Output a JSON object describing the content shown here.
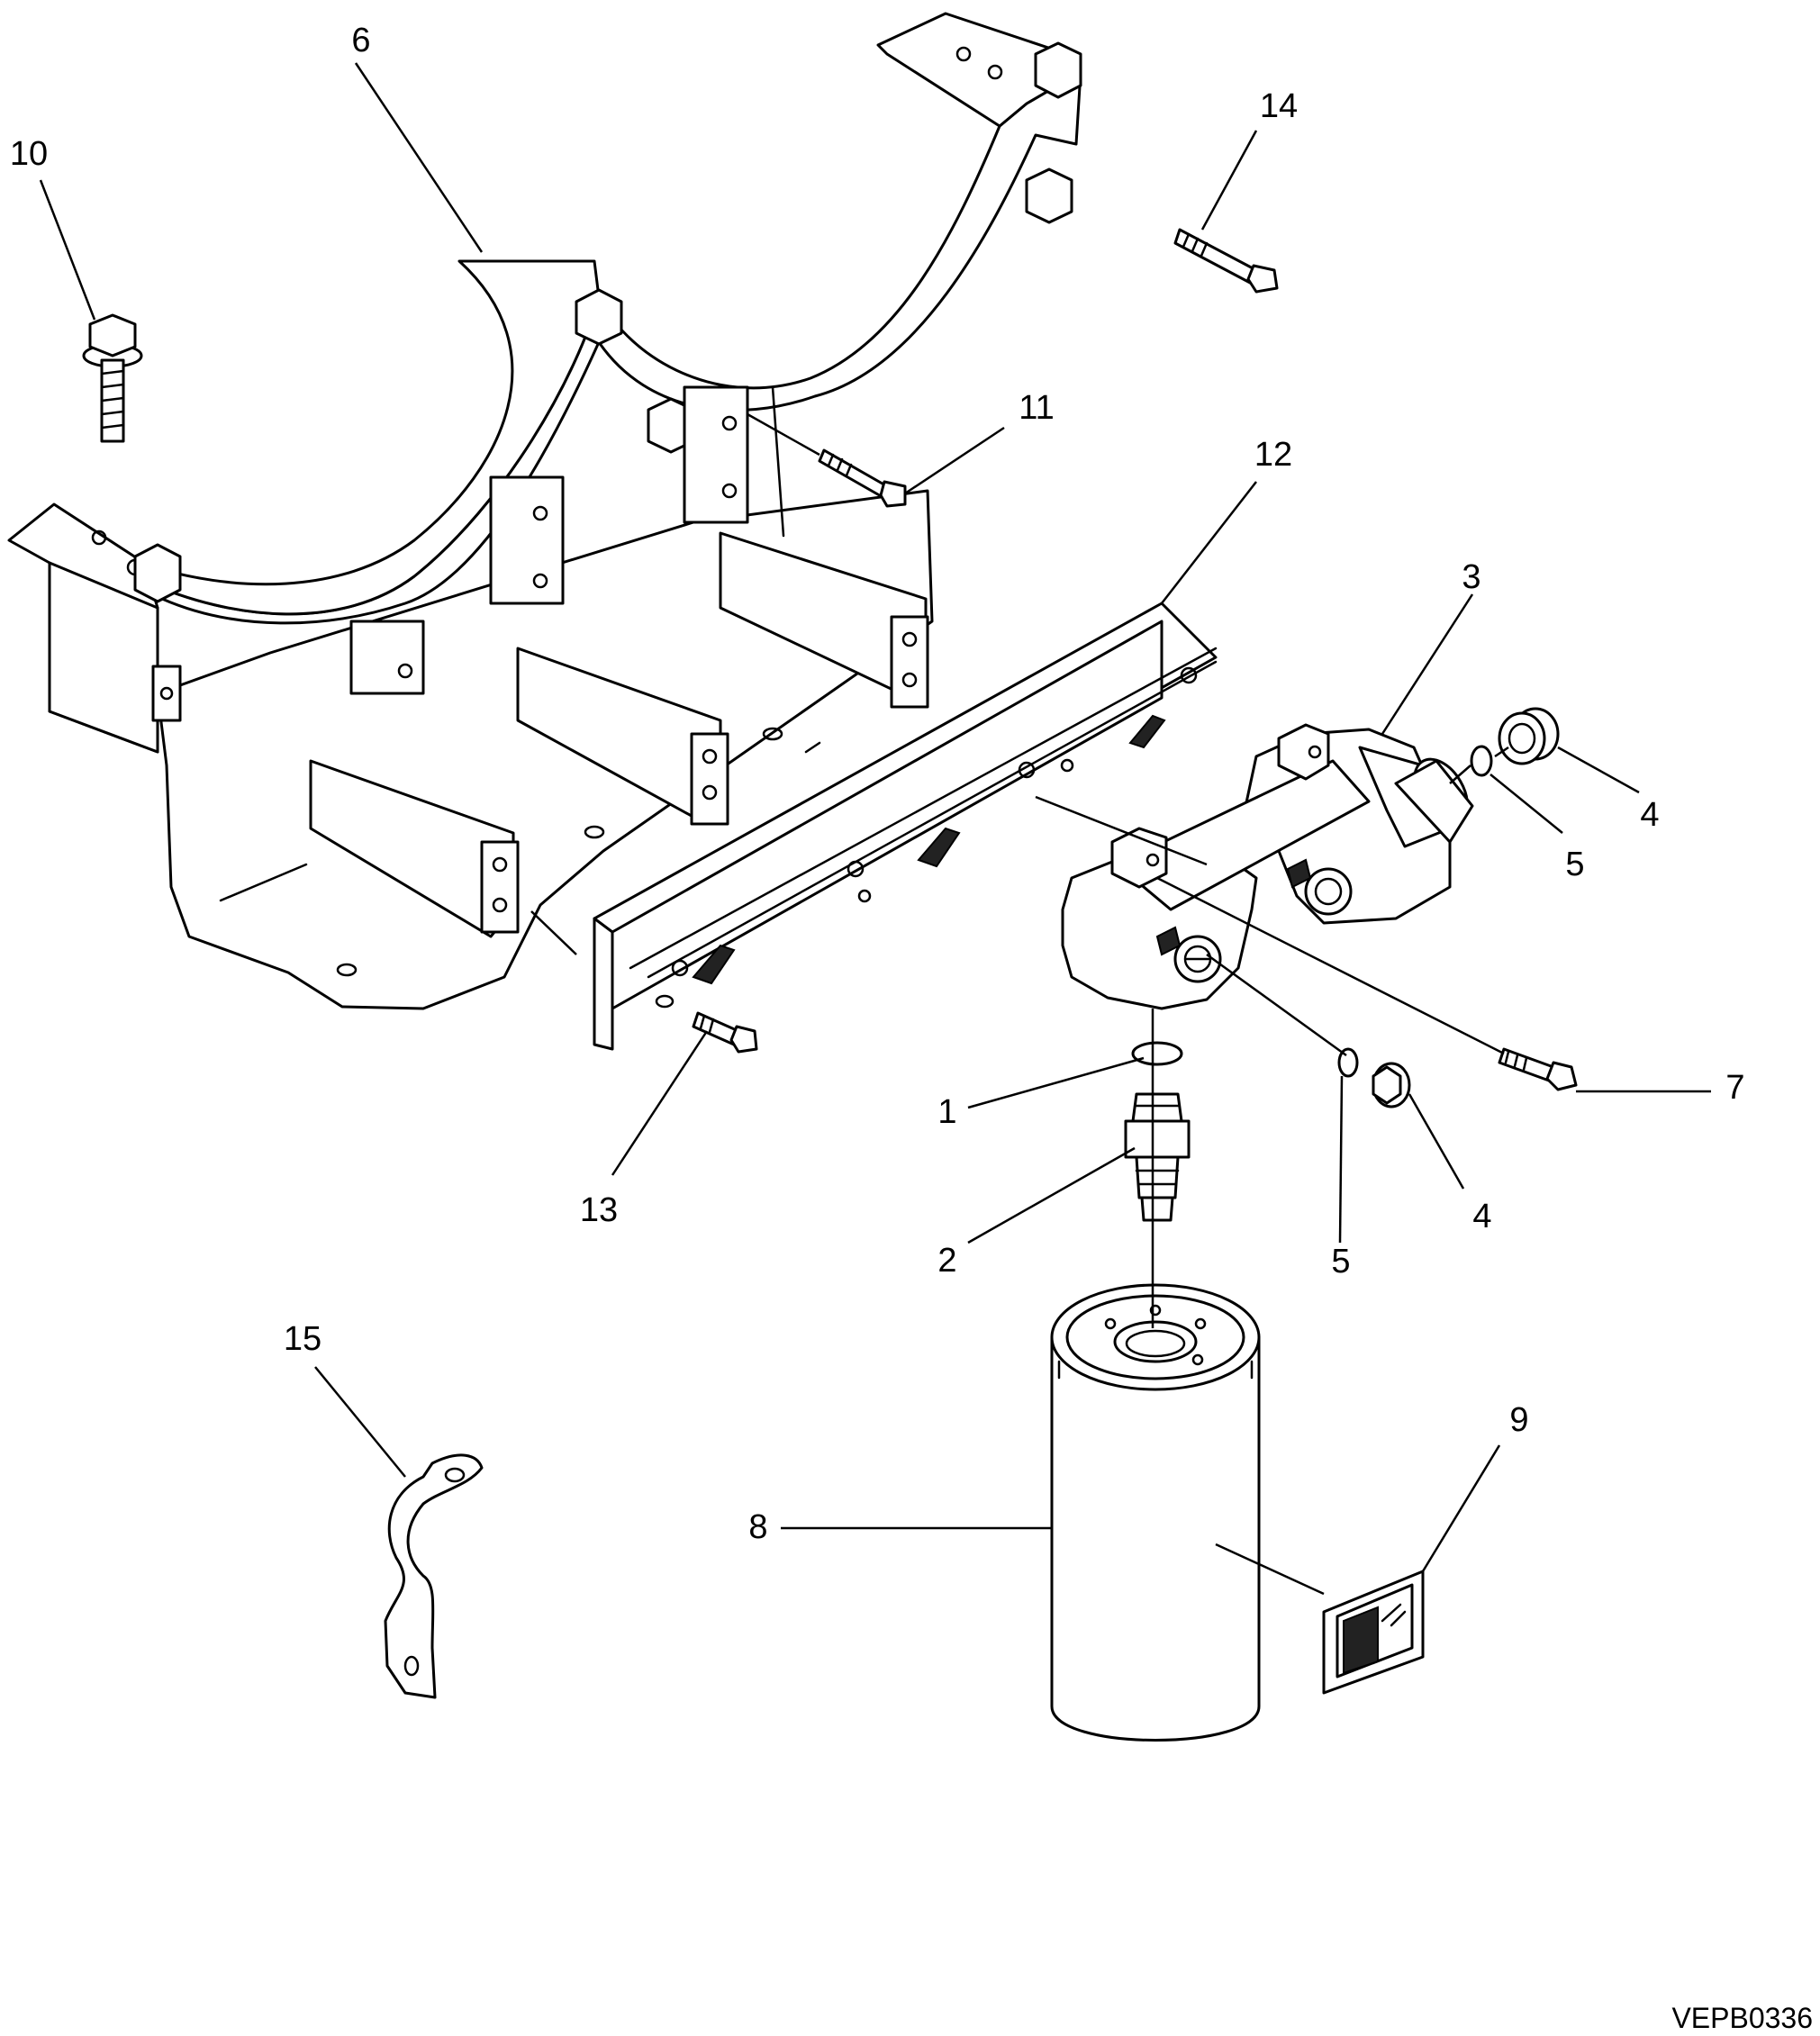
{
  "drawing_code": "VEPB0336",
  "callouts": {
    "c1": "1",
    "c2": "2",
    "c3": "3",
    "c4a": "4",
    "c4b": "4",
    "c5a": "5",
    "c5b": "5",
    "c6": "6",
    "c7": "7",
    "c8": "8",
    "c9": "9",
    "c10": "10",
    "c11": "11",
    "c12": "12",
    "c13": "13",
    "c14": "14",
    "c15": "15"
  },
  "colors": {
    "line": "#000000",
    "background": "#ffffff"
  }
}
